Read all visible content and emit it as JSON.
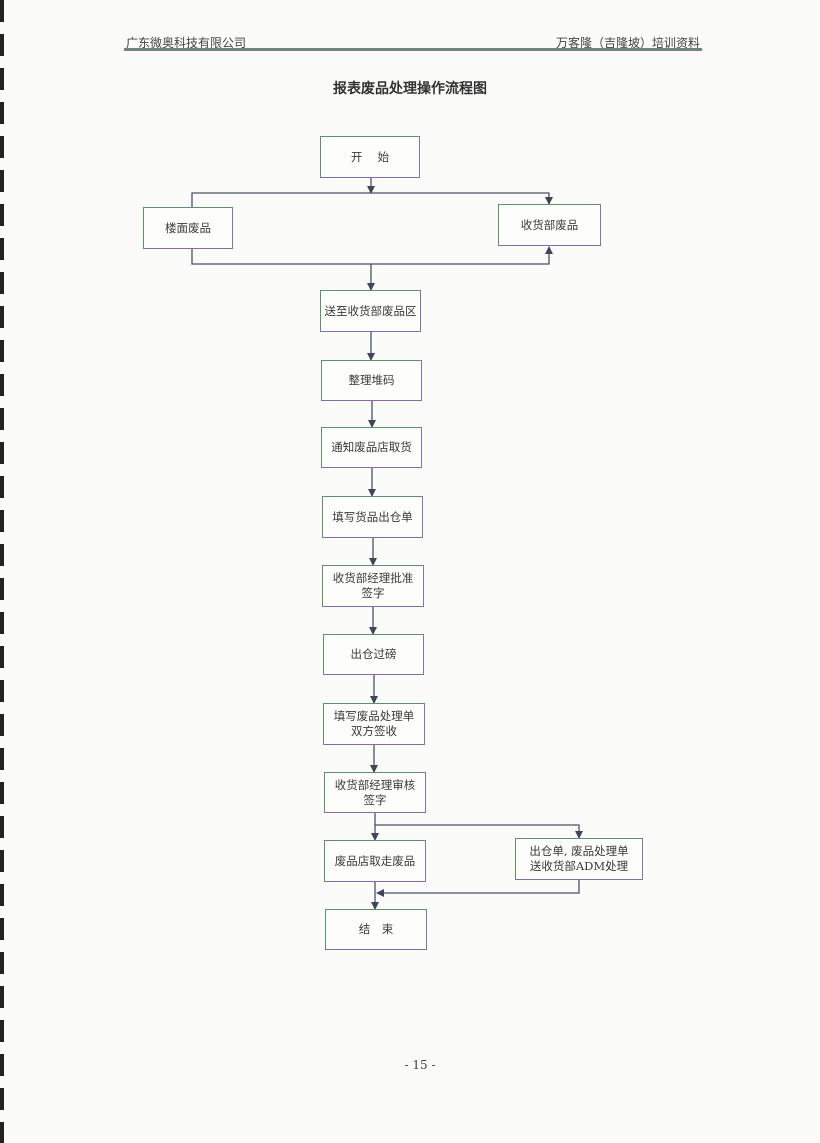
{
  "header": {
    "left": "广东微奥科技有限公司",
    "right": "万客隆（吉隆坡）培训资料"
  },
  "title": "报表废品处理操作流程图",
  "nodes": {
    "start": "开　 始",
    "floor_waste": "楼面废品",
    "receiving_waste": "收货部废品",
    "send_to_area": "送至收货部废品区",
    "sort_stack": "整理堆码",
    "notify_shop": "通知废品店取货",
    "fill_outbound": "填写货品出仓单",
    "manager_approve": "收货部经理批准\n签字",
    "weigh": "出仓过磅",
    "fill_waste_form": "填写废品处理单\n双方签收",
    "manager_review": "收货部经理审核\n签字",
    "shop_pickup": "废品店取走废品",
    "docs_to_adm": "出仓单, 废品处理单\n送收货部ADM处理",
    "end": "结　束"
  },
  "page_number": "- 15 -"
}
